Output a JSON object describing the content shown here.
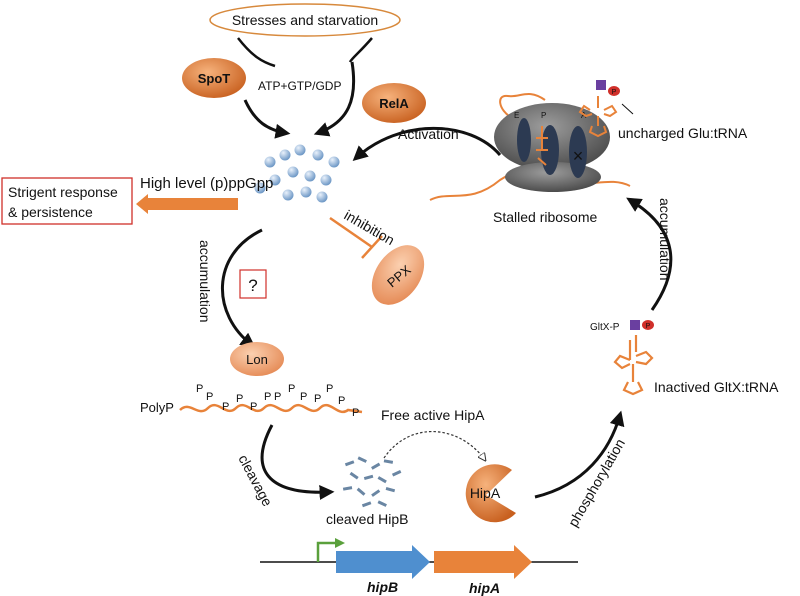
{
  "title": "",
  "stress_label": "Stresses and starvation",
  "spot_label": "SpoT",
  "relA_label": "RelA",
  "substrates_label": "ATP+GTP/GDP",
  "activation_label": "Activation",
  "ppgpp_label": "High level (p)ppGpp",
  "response_label_line1": "Strigent response",
  "response_label_line2": "& persistence",
  "inhibition_label": "inhibition",
  "ppx_label": "PPX",
  "accumulation_left_label": "accumulation",
  "unknown_label": "?",
  "lon_label": "Lon",
  "polyp_label": "PolyP",
  "polyp_p": "P",
  "cleavage_label": "cleavage",
  "cleaved_hipb_label": "cleaved HipB",
  "free_hipa_label": "Free active HipA",
  "hipa_label": "HipA",
  "phosphorylation_label": "phosphorylation",
  "glt_label": "Inactived GltX:tRNA",
  "gltx_p_label": "GltX-P",
  "accumulation_right_label": "accumulation",
  "stalled_label": "Stalled ribosome",
  "uncharged_label": "uncharged Glu:tRNA",
  "site_e": "E",
  "site_p": "P",
  "site_a": "A",
  "stop_mark": "×",
  "phospho_p": "P",
  "gene_hipb": "hipB",
  "gene_hipa": "hipA",
  "colors": {
    "orange": "#e8833a",
    "orange_dark": "#b85a1c",
    "ribosome": "#5a5a5a",
    "ribosome_light": "#9a9a9a",
    "hipb_blue": "#4f8fcf",
    "hipb_fragment": "#6a86a3",
    "promoter_green": "#5aa03c",
    "response_red": "#d0302a",
    "bubble": "#7fa6cf"
  }
}
